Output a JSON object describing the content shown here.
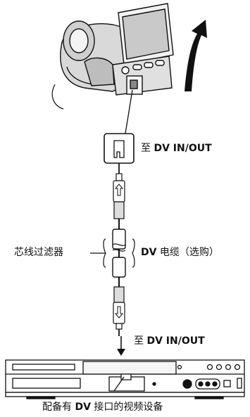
{
  "labels": {
    "top_connector_prefix": "至",
    "top_connector_port": "DV IN/OUT",
    "core_filter": "芯线过滤器",
    "cable_name": "DV",
    "cable_desc": "电缆（选购）",
    "bottom_connector_prefix": "至",
    "bottom_connector_port": "DV IN/OUT",
    "caption_pre": "配备有",
    "caption_bold": "DV",
    "caption_post": "接口的视频设备"
  },
  "icons": [
    "camcorder",
    "open-arrow-icon",
    "dv-port-icon",
    "up-arrow-icon",
    "down-arrow-icon",
    "vcr-device"
  ]
}
